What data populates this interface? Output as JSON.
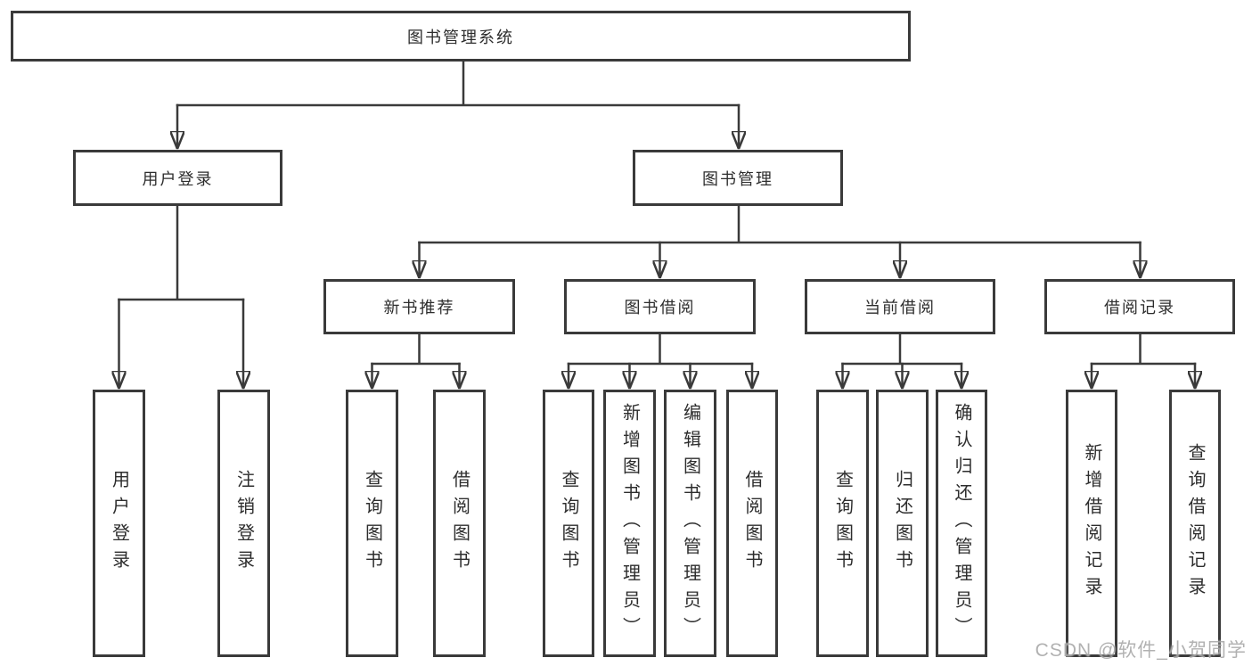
{
  "tree": {
    "root": {
      "label": "图书管理系统"
    },
    "children": [
      {
        "label": "用户登录",
        "children": [
          {
            "label": "用户登录"
          },
          {
            "label": "注销登录"
          }
        ]
      },
      {
        "label": "图书管理",
        "children": [
          {
            "label": "新书推荐",
            "children": [
              {
                "label": "查询图书"
              },
              {
                "label": "借阅图书"
              }
            ]
          },
          {
            "label": "图书借阅",
            "children": [
              {
                "label": "查询图书"
              },
              {
                "label": "新增图书（管理员）"
              },
              {
                "label": "编辑图书（管理员）"
              },
              {
                "label": "借阅图书"
              }
            ]
          },
          {
            "label": "当前借阅",
            "children": [
              {
                "label": "查询图书"
              },
              {
                "label": "归还图书"
              },
              {
                "label": "确认归还（管理员）"
              }
            ]
          },
          {
            "label": "借阅记录",
            "children": [
              {
                "label": "新增借阅记录"
              },
              {
                "label": "查询借阅记录"
              }
            ]
          }
        ]
      }
    ]
  },
  "watermark": {
    "text": "CSDN @软件_小贺同学"
  },
  "colors": {
    "line": "#3a3a3a",
    "box_border": "#3a3a3a",
    "text": "#2d2d2d",
    "background": "#ffffff",
    "watermark": "#a9a9a9"
  }
}
